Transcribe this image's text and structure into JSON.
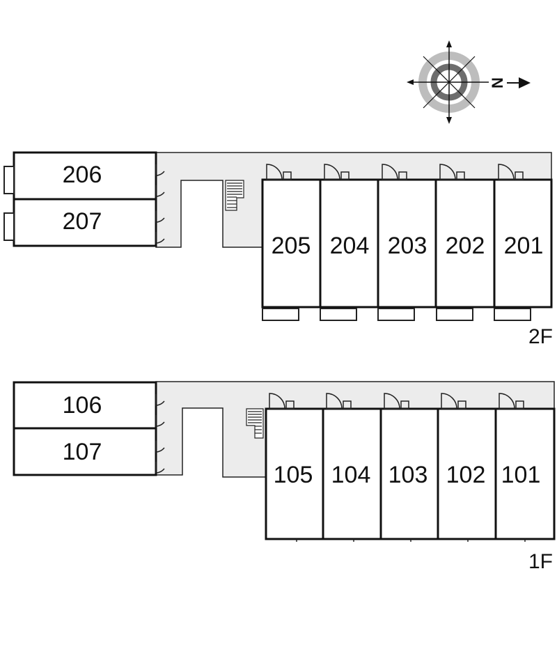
{
  "compass": {
    "north_letter": "N"
  },
  "floors": [
    {
      "label": "2F",
      "rooms_top": [
        "206",
        "207"
      ],
      "rooms_main": [
        "205",
        "204",
        "203",
        "202",
        "201"
      ]
    },
    {
      "label": "1F",
      "rooms_top": [
        "106",
        "107"
      ],
      "rooms_main": [
        "105",
        "104",
        "103",
        "102",
        "101"
      ]
    }
  ],
  "colors": {
    "corridor": "#ececec",
    "walls": "#111111"
  }
}
